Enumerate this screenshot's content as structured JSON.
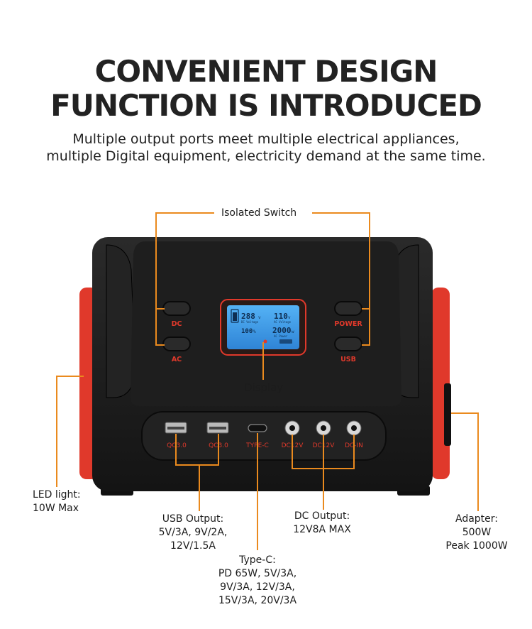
{
  "header": {
    "title_line1": "CONVENIENT DESIGN",
    "title_line2": "FUNCTION IS INTRODUCED",
    "subtitle_line1": "Multiple output ports meet multiple electrical appliances,",
    "subtitle_line2": "multiple Digital equipment, electricity demand at the same time."
  },
  "callouts": {
    "isolated_switch": "Isolated Switch",
    "display": "Display",
    "led_light": [
      "LED light:",
      "10W Max"
    ],
    "usb_output": [
      "USB Output:",
      "5V/3A, 9V/2A,",
      "12V/1.5A"
    ],
    "dc_output": [
      "DC Output:",
      "12V8A MAX"
    ],
    "type_c": [
      "Type-C:",
      "PD 65W, 5V/3A,",
      "9V/3A, 12V/3A,",
      "15V/3A, 20V/3A"
    ],
    "adapter": [
      "Adapter:",
      "500W",
      "Peak 1000W"
    ]
  },
  "device": {
    "buttons": {
      "dc": "DC",
      "ac": "AC",
      "power": "POWER",
      "usb": "USB"
    },
    "ports": [
      "QC3.0",
      "QC3.0",
      "TYPE-C",
      "DC12V",
      "DC12V",
      "DC-IN"
    ],
    "lcd": {
      "dc_voltage_value": "288",
      "dc_voltage_unit": "v",
      "dc_voltage_label": "DC Voltage",
      "ac_voltage_value": "110",
      "ac_voltage_unit": "v",
      "ac_voltage_label": "AC Voltage",
      "battery_percent": "100",
      "battery_unit": "%",
      "ac_power_value": "2000",
      "ac_power_unit": "w",
      "ac_power_label": "AC Power"
    }
  },
  "colors": {
    "accent": "#ea8a1e",
    "brand_red": "#e0392b",
    "body": "#1a1a1a",
    "lcd": "#3d9be9"
  }
}
